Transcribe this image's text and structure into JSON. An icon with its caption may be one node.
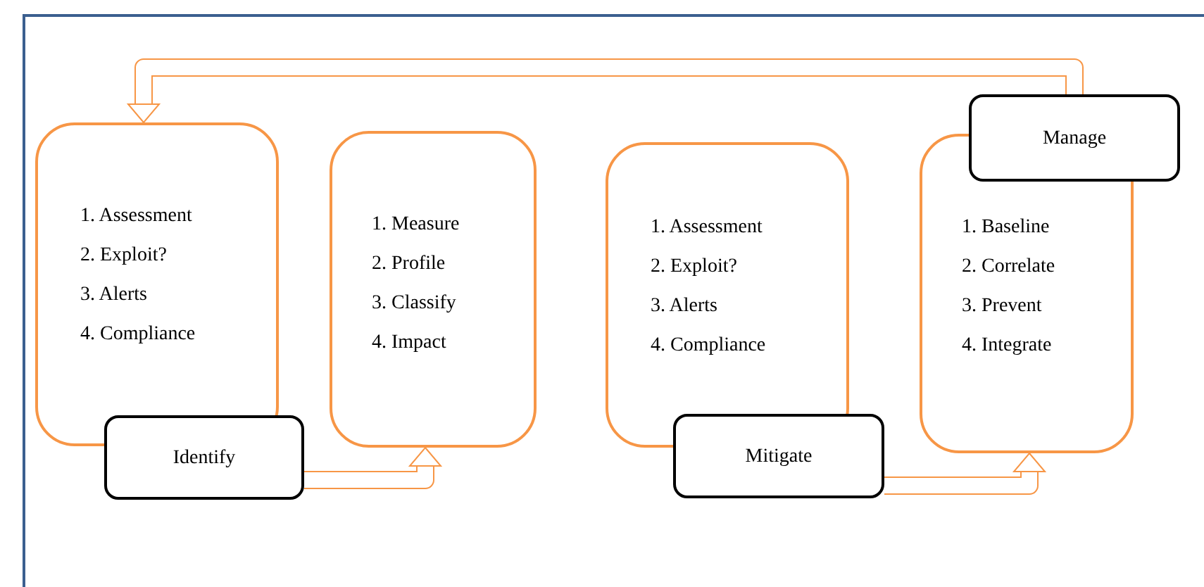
{
  "diagram": {
    "nodes": [
      {
        "text": [
          "1. Assessment",
          "2. Exploit?",
          "3. Alerts",
          "4. Compliance"
        ]
      },
      {
        "text": [
          "Identify"
        ]
      },
      {
        "text": [
          "1. Measure",
          "2. Profile",
          "3. Classify",
          "4. Impact"
        ]
      },
      {
        "text": [
          "1. Assessment",
          "2. Exploit?",
          "3. Alerts",
          "4. Compliance"
        ]
      },
      {
        "text": [
          "Mitigate"
        ]
      },
      {
        "text": [
          "1. Baseline",
          "2. Correlate",
          "3. Prevent",
          "4. Integrate"
        ]
      },
      {
        "text": [
          "Manage"
        ]
      }
    ],
    "edges": [
      {
        "from": 1,
        "to": 2,
        "arrow": "to"
      },
      {
        "from": 4,
        "to": 5,
        "arrow": "to"
      },
      {
        "from": 6,
        "to": 0,
        "arrow": "to"
      }
    ]
  }
}
